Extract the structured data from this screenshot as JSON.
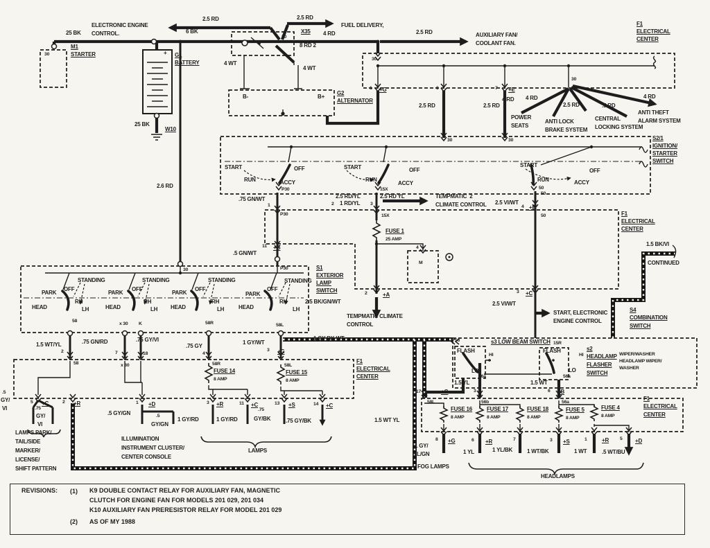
{
  "colors": {
    "ink": "#1d1d1d",
    "paper": "#f6f5f0"
  },
  "revisions": {
    "heading": "REVISIONS:",
    "note1_num": "(1)",
    "note1_line1": "K9 DOUBLE CONTACT RELAY FOR AUXILIARY FAN, MAGNETIC",
    "note1_line2": "CLUTCH FOR ENGINE FAN FOR MODELS 201 029, 201 034",
    "note1_line3": "K10 AUXILIARY FAN PRERESISTOR RELAY FOR MODEL 201 029",
    "note2_num": "(2)",
    "note2_line": "AS OF MY 1988"
  },
  "labels": [
    [
      "2.5 RD",
      292,
      24
    ],
    [
      "ELECTRONIC ENGINE",
      132,
      33
    ],
    [
      "CONTROL.",
      132,
      45
    ],
    [
      "25 BK",
      95,
      44
    ],
    [
      "6 BK",
      268,
      42
    ],
    [
      "2.5 RD",
      428,
      22
    ],
    [
      "X35",
      434,
      42,
      "u",
      "connector-x35-label"
    ],
    [
      "4 RD",
      466,
      45
    ],
    [
      "FUEL DELIVERY,",
      492,
      33,
      "",
      "fuel-delivery-label"
    ],
    [
      "2.5 RD",
      600,
      43
    ],
    [
      "AUXILIARY FAN/",
      686,
      47,
      "",
      "auxiliary-fan-label"
    ],
    [
      "COOLANT FAN.",
      686,
      59
    ],
    [
      "F1",
      918,
      31,
      "u",
      "electrical-center-top-label"
    ],
    [
      "ELECTRICAL",
      918,
      42,
      "u"
    ],
    [
      "CENTER",
      918,
      53,
      "u"
    ],
    [
      "30",
      64,
      75,
      "s"
    ],
    [
      "M1",
      102,
      64,
      "u",
      "starter-label"
    ],
    [
      "STARTER",
      102,
      75,
      "u"
    ],
    [
      "G1",
      252,
      76,
      "u",
      "battery-label"
    ],
    [
      "BATTERY",
      252,
      87,
      "u"
    ],
    [
      "+",
      236,
      73
    ],
    [
      "30",
      406,
      50,
      "s"
    ],
    [
      "8 RD 2",
      432,
      62
    ],
    [
      "4 WT",
      323,
      88
    ],
    [
      "4 WT",
      437,
      95
    ],
    [
      "B-",
      350,
      136
    ],
    [
      "B+",
      458,
      136
    ],
    [
      "G2",
      486,
      131,
      "u",
      "alternator-label"
    ],
    [
      "ALTERNATOR",
      486,
      142,
      "u"
    ],
    [
      "30",
      536,
      82,
      "s"
    ],
    [
      "1",
      533,
      124,
      "s"
    ],
    [
      "+G",
      547,
      126,
      "u"
    ],
    [
      "6",
      629,
      124,
      "s"
    ],
    [
      "7",
      714,
      124,
      "s"
    ],
    [
      "+E",
      733,
      126,
      "u"
    ],
    [
      "30",
      824,
      111,
      "s"
    ],
    [
      "2.5 RD",
      604,
      149
    ],
    [
      "2.5 RD",
      697,
      149
    ],
    [
      "4 RD",
      724,
      140
    ],
    [
      "4 RD",
      758,
      138
    ],
    [
      "2.5 RD",
      812,
      148
    ],
    [
      ".5 RD",
      868,
      149
    ],
    [
      "4 RD",
      928,
      136
    ],
    [
      "POWER",
      737,
      166,
      "",
      "power-seats-label"
    ],
    [
      "SEATS",
      737,
      178
    ],
    [
      "ANTI LOCK",
      786,
      172,
      "",
      "abs-label"
    ],
    [
      "BRAKE SYSTEM",
      786,
      184
    ],
    [
      "CENTRAL",
      858,
      168,
      "",
      "central-locking-label"
    ],
    [
      "LOCKING SYSTEM",
      858,
      180
    ],
    [
      "ANTI THEFT",
      920,
      159,
      "",
      "anti-theft-label"
    ],
    [
      "ALARM SYSTEM",
      920,
      171
    ],
    [
      "25 BK",
      194,
      176
    ],
    [
      "W10",
      238,
      183,
      "u",
      "ground-w10-label"
    ],
    [
      "S2/1",
      941,
      196,
      "u",
      "ignition-switch-label"
    ],
    [
      "IGNITION/",
      941,
      207,
      "u"
    ],
    [
      "STARTER",
      941,
      218,
      "u"
    ],
    [
      "SWITCH",
      941,
      229,
      "u"
    ],
    [
      "30",
      645,
      199,
      "s"
    ],
    [
      "30",
      733,
      199,
      "s"
    ],
    [
      "2.6 RD",
      226,
      265
    ],
    [
      "START",
      324,
      238
    ],
    [
      "RUN",
      352,
      256
    ],
    [
      "OFF",
      424,
      240
    ],
    [
      "ACCY",
      404,
      260
    ],
    [
      "P30",
      406,
      270,
      "s"
    ],
    [
      "START",
      496,
      238
    ],
    [
      "RUN",
      527,
      256
    ],
    [
      "OFF",
      590,
      242
    ],
    [
      "ACCY",
      574,
      261
    ],
    [
      "15X",
      548,
      270,
      "s"
    ],
    [
      "START",
      750,
      235
    ],
    [
      "RUN",
      775,
      256
    ],
    [
      "OFF",
      850,
      243
    ],
    [
      "ACCY",
      828,
      260
    ],
    [
      "50",
      777,
      268,
      "s"
    ],
    [
      "2.5 RD/YL",
      484,
      280
    ],
    [
      "2",
      478,
      291,
      "s"
    ],
    [
      "1 RD/YL",
      490,
      290
    ],
    [
      "3",
      534,
      291,
      "s"
    ],
    [
      "2.5 RD YL",
      548,
      280
    ],
    [
      "TEMPMATIC  2",
      628,
      280,
      "",
      "tempmatic-label"
    ],
    [
      "CLIMATE CONTROL",
      628,
      292
    ],
    [
      ".75 GN/WT",
      344,
      284
    ],
    [
      "1",
      386,
      293,
      "s"
    ],
    [
      "2.5 VI/WT",
      714,
      289
    ],
    [
      "50",
      780,
      276,
      "s"
    ],
    [
      "4",
      752,
      295,
      "s"
    ],
    [
      "+E",
      763,
      296,
      "u"
    ],
    [
      "50",
      780,
      308,
      "s"
    ],
    [
      "F1",
      896,
      305,
      "u",
      "electrical-center-mid-label"
    ],
    [
      "ELECTRICAL",
      896,
      316,
      "u"
    ],
    [
      "CENTER",
      896,
      327,
      "u"
    ],
    [
      "P30",
      404,
      306,
      "s"
    ],
    [
      "15X",
      550,
      308,
      "s"
    ],
    [
      "FUSE 1",
      556,
      330,
      "u",
      "fuse1-label"
    ],
    [
      "25 AMP",
      556,
      342,
      "s"
    ],
    [
      "11",
      378,
      352,
      "s"
    ],
    [
      "+G",
      394,
      354,
      "u"
    ],
    [
      ".5 GN/WT",
      336,
      362
    ],
    [
      "P30",
      404,
      384,
      "s"
    ],
    [
      "4",
      600,
      354,
      "s"
    ],
    [
      "M",
      604,
      376,
      "s"
    ],
    [
      "1.5 BK/VI",
      932,
      349
    ],
    [
      "CONTINUED",
      934,
      376,
      "",
      "continued-label"
    ],
    [
      "S1",
      456,
      383,
      "u",
      "exterior-lamp-switch-label"
    ],
    [
      "EXTERIOR",
      456,
      394,
      "u"
    ],
    [
      "LAMP",
      456,
      405,
      "u"
    ],
    [
      "SWITCH",
      456,
      416,
      "u"
    ],
    [
      "2.5 BK/GN/WT",
      440,
      432
    ],
    [
      "2",
      526,
      420,
      "s"
    ],
    [
      "+A",
      552,
      422,
      "u"
    ],
    [
      "TEMPMATIC CLIMATE",
      500,
      453,
      "",
      "tempmatic-climate-label"
    ],
    [
      "CONTROL",
      500,
      465
    ],
    [
      "30",
      264,
      386,
      "s"
    ],
    [
      "PARK",
      60,
      419
    ],
    [
      "OFF",
      92,
      414
    ],
    [
      "HEAD",
      46,
      440
    ],
    [
      "STANDING",
      112,
      401
    ],
    [
      "RH",
      108,
      432
    ],
    [
      "LH",
      118,
      443
    ],
    [
      "PARK",
      156,
      419
    ],
    [
      "OFF",
      190,
      414
    ],
    [
      "HEAD",
      152,
      440
    ],
    [
      "STANDING",
      205,
      401
    ],
    [
      "RH",
      207,
      432
    ],
    [
      "LH",
      217,
      443
    ],
    [
      "PARK",
      248,
      419
    ],
    [
      "OFF",
      281,
      414
    ],
    [
      "HEAD",
      246,
      440
    ],
    [
      "STANDING",
      300,
      401
    ],
    [
      "RH",
      305,
      432
    ],
    [
      "LH",
      313,
      443
    ],
    [
      "PARK",
      354,
      421
    ],
    [
      "OFF",
      385,
      414
    ],
    [
      "HEAD",
      344,
      440
    ],
    [
      "STANDING",
      410,
      402
    ],
    [
      "RH",
      403,
      432
    ],
    [
      "LH",
      422,
      443
    ],
    [
      "58",
      104,
      460,
      "s"
    ],
    [
      "x 30",
      172,
      464,
      "s"
    ],
    [
      "K",
      200,
      464,
      "s"
    ],
    [
      "58R",
      296,
      463,
      "s"
    ],
    [
      "58L",
      398,
      466,
      "s"
    ],
    [
      "1.5 WT/YL",
      52,
      494
    ],
    [
      "2",
      88,
      504,
      "s"
    ],
    [
      ".75 GN/RD",
      118,
      490
    ],
    [
      "7",
      166,
      506,
      "s"
    ],
    [
      ".75 GY/VI",
      196,
      487
    ],
    [
      "18",
      206,
      507,
      "s"
    ],
    [
      ".75 GY",
      268,
      496
    ],
    [
      "4",
      292,
      507,
      "s"
    ],
    [
      "1 GY/WT",
      350,
      491
    ],
    [
      "3",
      385,
      502,
      "s"
    ],
    [
      "+G",
      400,
      504,
      "u"
    ],
    [
      "1 GY BK WT",
      452,
      485
    ],
    [
      "58",
      106,
      521,
      "s"
    ],
    [
      "x 30",
      174,
      524,
      "s"
    ],
    [
      "58R",
      306,
      522,
      "s"
    ],
    [
      "FUSE 14",
      308,
      532,
      "u",
      "fuse14-label"
    ],
    [
      "8 AMP",
      308,
      544,
      "s"
    ],
    [
      "58L",
      410,
      524,
      "s"
    ],
    [
      "FUSE 15",
      412,
      534,
      "u",
      "fuse15-label"
    ],
    [
      "8 AMP",
      412,
      546,
      "s"
    ],
    [
      "F1",
      514,
      518,
      "u",
      "electrical-center-lower-label"
    ],
    [
      "ELECTRICAL",
      514,
      529,
      "u"
    ],
    [
      "CENTER",
      514,
      540,
      "u"
    ],
    [
      "5",
      44,
      577,
      "s"
    ],
    [
      "+C",
      60,
      579,
      "u"
    ],
    [
      "2",
      90,
      577,
      "s"
    ],
    [
      "+R",
      106,
      579,
      "u"
    ],
    [
      "1",
      196,
      578,
      "s"
    ],
    [
      "+D",
      214,
      580,
      "u"
    ],
    [
      "3",
      298,
      578,
      "s"
    ],
    [
      "+R",
      312,
      580,
      "u"
    ],
    [
      "11",
      345,
      579,
      "s"
    ],
    [
      "+C",
      362,
      581,
      "u"
    ],
    [
      "13",
      396,
      579,
      "s"
    ],
    [
      "+S",
      416,
      581,
      "u"
    ],
    [
      "14",
      452,
      580,
      "s"
    ],
    [
      "+C",
      470,
      582,
      "u"
    ],
    [
      ".5",
      3,
      563,
      "s"
    ],
    [
      "GY/",
      1,
      574
    ],
    [
      "VI",
      3,
      586
    ],
    [
      ".75",
      50,
      586,
      "s"
    ],
    [
      "GY/",
      52,
      597
    ],
    [
      "VI",
      54,
      609
    ],
    [
      "LAMPS PARK/",
      22,
      621,
      "",
      "park-lamps-label"
    ],
    [
      "TAIL/SIDE",
      22,
      634
    ],
    [
      "MARKER/",
      22,
      647
    ],
    [
      "LICENSE/",
      22,
      660
    ],
    [
      "SHIFT PATTERN",
      22,
      673
    ],
    [
      ".5 GY/GN",
      155,
      593
    ],
    [
      ".5",
      225,
      597,
      "s"
    ],
    [
      "GY/GN",
      218,
      609
    ],
    [
      "ILLUMINATION",
      175,
      630,
      "",
      "illumination-label"
    ],
    [
      "INSTRUMENT CLUSTER/",
      175,
      643
    ],
    [
      "CENTER CONSOLE",
      175,
      656
    ],
    [
      "1 GY/RD",
      256,
      602
    ],
    [
      "1 GY/RD",
      312,
      602
    ],
    [
      ".75",
      372,
      588,
      "s"
    ],
    [
      "GY/BK",
      366,
      601
    ],
    [
      ".75 GY/BK",
      412,
      604
    ],
    [
      "LAMPS",
      358,
      647,
      "",
      "lamps-label"
    ],
    [
      "1.5 WT YL",
      540,
      603
    ],
    [
      "56",
      656,
      488,
      "s"
    ],
    [
      "FLASH",
      659,
      503
    ],
    [
      "HI",
      705,
      509,
      "s"
    ],
    [
      "LO",
      680,
      532
    ],
    [
      "56a",
      690,
      540,
      "s"
    ],
    [
      "s3 LOW BEAM SWITCH",
      708,
      490,
      "u",
      "low-beam-switch-label"
    ],
    [
      "15R",
      798,
      492,
      "s"
    ],
    [
      "FLASH",
      783,
      503
    ],
    [
      "HI",
      835,
      509,
      "s"
    ],
    [
      "LO",
      820,
      531
    ],
    [
      "56a",
      812,
      540,
      "s"
    ],
    [
      "s2",
      846,
      500,
      "u",
      "headlamp-flasher-label"
    ],
    [
      "HEADLAMP",
      846,
      511,
      "u"
    ],
    [
      "FLASHER",
      846,
      523,
      "u"
    ],
    [
      "SWITCH",
      846,
      535,
      "u"
    ],
    [
      "WIPER/WASHER",
      893,
      508,
      "s"
    ],
    [
      "HEADLAMP WIPER/",
      893,
      518,
      "s"
    ],
    [
      "WASHER",
      893,
      528,
      "s"
    ],
    [
      "1.5 YL",
      655,
      549
    ],
    [
      "3",
      683,
      561,
      "s"
    ],
    [
      "1.5 WT",
      765,
      549
    ],
    [
      "6",
      790,
      561,
      "s"
    ],
    [
      "+B",
      804,
      562,
      "u"
    ],
    [
      "S4",
      908,
      444,
      "u",
      "combination-switch-label"
    ],
    [
      "COMBINATION",
      908,
      455,
      "u"
    ],
    [
      "SWITCH",
      908,
      467,
      "u"
    ],
    [
      "START, ELECTRONIC",
      798,
      448,
      "",
      "start-eec-label"
    ],
    [
      "ENGINE CONTROL",
      798,
      460
    ],
    [
      "3",
      745,
      418,
      "s"
    ],
    [
      "+C",
      758,
      420,
      "u"
    ],
    [
      "2.5 VI/WT",
      710,
      435
    ],
    [
      "17",
      600,
      562,
      "s"
    ],
    [
      "+G",
      636,
      562,
      "u"
    ],
    [
      "58L",
      616,
      577,
      "s"
    ],
    [
      "56b",
      694,
      577,
      "s"
    ],
    [
      "56a",
      810,
      577,
      "s"
    ],
    [
      "FUSE 16",
      650,
      587,
      "u",
      "fuse16-label"
    ],
    [
      "8 AMP",
      650,
      599,
      "s"
    ],
    [
      "FUSE 17",
      702,
      587,
      "u",
      "fuse17-label"
    ],
    [
      "8 AMP",
      702,
      599,
      "s"
    ],
    [
      "FUSE 18",
      760,
      587,
      "u",
      "fuse18-label"
    ],
    [
      "8 AMP",
      760,
      599,
      "s"
    ],
    [
      "FUSE 5",
      816,
      588,
      "u",
      "fuse5-label"
    ],
    [
      "8 AMP",
      816,
      600,
      "s"
    ],
    [
      "FUSE 4",
      867,
      585,
      "u",
      "fuse4-label"
    ],
    [
      "8 AMP",
      867,
      597,
      "s"
    ],
    [
      "F1",
      928,
      572,
      "u",
      "electrical-center-right-label"
    ],
    [
      "ELECTRICAL",
      928,
      583,
      "u"
    ],
    [
      "CENTER",
      928,
      595,
      "u"
    ],
    [
      "8",
      628,
      631,
      "s"
    ],
    [
      "+G",
      646,
      633,
      "u"
    ],
    [
      "6",
      680,
      632,
      "s"
    ],
    [
      "+R",
      700,
      634,
      "u"
    ],
    [
      "7",
      740,
      631,
      "s"
    ],
    [
      "3",
      793,
      632,
      "s"
    ],
    [
      "+S",
      812,
      634,
      "u"
    ],
    [
      "1",
      843,
      631,
      "s"
    ],
    [
      "+R",
      868,
      632,
      "u"
    ],
    [
      "5",
      894,
      630,
      "s"
    ],
    [
      "+D",
      916,
      633,
      "u"
    ],
    [
      "1 GY/",
      598,
      640
    ],
    [
      "YL/GN",
      596,
      652
    ],
    [
      "1 YL",
      668,
      649
    ],
    [
      "1 YL/BK",
      710,
      646
    ],
    [
      "1 WT/BK",
      760,
      648
    ],
    [
      "1 WT",
      828,
      648
    ],
    [
      ".5 WT/BU",
      868,
      649
    ],
    [
      "FOG LAMPS",
      602,
      670,
      "",
      "fog-lamps-label"
    ],
    [
      "HEADLAMPS",
      780,
      684,
      "",
      "headlamps-label"
    ]
  ]
}
